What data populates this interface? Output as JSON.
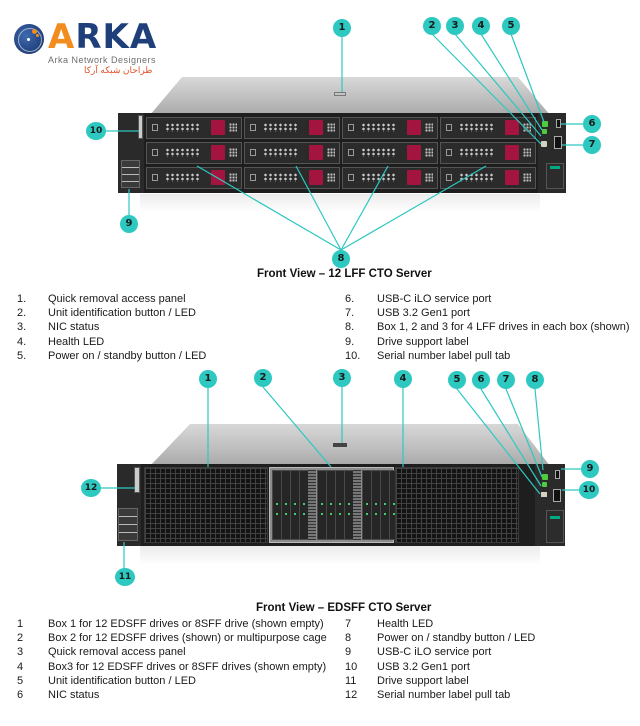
{
  "logo": {
    "brand_first_letter": "A",
    "brand_rest": "RKA",
    "tagline": "Arka Network Designers",
    "tagline_fa": "طراحان شبکه آرکا",
    "colors": {
      "orange": "#f28c1e",
      "navy": "#1f3f7a"
    }
  },
  "callout_color": "#2dc8c0",
  "lff_section": {
    "caption": "Front View – 12 LFF CTO Server",
    "callouts": [
      "1",
      "2",
      "3",
      "4",
      "5",
      "6",
      "7",
      "8",
      "9",
      "10"
    ],
    "items": [
      {
        "num": "1.",
        "text": "Quick removal access panel"
      },
      {
        "num": "2.",
        "text": "Unit identification button / LED"
      },
      {
        "num": "3.",
        "text": "NIC status"
      },
      {
        "num": "4.",
        "text": "Health LED"
      },
      {
        "num": "5.",
        "text": "Power on / standby button / LED"
      },
      {
        "num": "6.",
        "text": "USB-C iLO service port"
      },
      {
        "num": "7.",
        "text": "USB 3.2 Gen1 port"
      },
      {
        "num": "8.",
        "text": "Box 1, 2 and 3 for 4 LFF drives in each box (shown)"
      },
      {
        "num": "9.",
        "text": "Drive support label"
      },
      {
        "num": "10.",
        "text": "Serial number label pull tab"
      }
    ]
  },
  "edsff_section": {
    "caption": "Front View –  EDSFF CTO Server",
    "callouts": [
      "1",
      "2",
      "3",
      "4",
      "5",
      "6",
      "7",
      "8",
      "9",
      "10",
      "11",
      "12"
    ],
    "items": [
      {
        "num": "1",
        "text": "Box 1 for 12 EDSFF drives or 8SFF drive (shown empty)"
      },
      {
        "num": "2",
        "text": "Box 2 for 12 EDSFF drives (shown) or multipurpose cage"
      },
      {
        "num": "3",
        "text": "Quick removal access panel"
      },
      {
        "num": "4",
        "text": "Box3 for 12 EDSFF drives or 8SFF drives (shown empty)"
      },
      {
        "num": "5",
        "text": "Unit identification button / LED"
      },
      {
        "num": "6",
        "text": "NIC status"
      },
      {
        "num": "7",
        "text": "Health LED"
      },
      {
        "num": "8",
        "text": "Power on / standby button / LED"
      },
      {
        "num": "9",
        "text": "USB-C iLO service port"
      },
      {
        "num": "10",
        "text": "USB 3.2 Gen1 port"
      },
      {
        "num": "11",
        "text": "Drive support label"
      },
      {
        "num": "12",
        "text": "Serial number label pull tab"
      }
    ]
  }
}
